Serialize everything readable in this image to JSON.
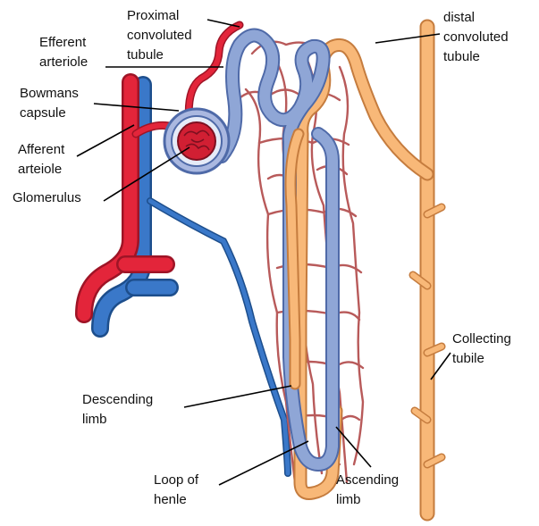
{
  "colors": {
    "artery": "#e3253a",
    "artery_dark": "#9e1426",
    "vein": "#3a78c9",
    "vein_dark": "#1d4e8c",
    "tubule_blue": "#8fa6d6",
    "tubule_blue_dark": "#4f6aa8",
    "tubule_orange": "#f8b878",
    "tubule_orange_dark": "#c57c3e",
    "capillary": "#b85a5a",
    "capsule": "#aab8e0",
    "leader": "#000000"
  },
  "labels": {
    "proximal": [
      "Proximal",
      "convoluted",
      "tubule"
    ],
    "distal": [
      "distal",
      "convoluted",
      "tubule"
    ],
    "efferent": [
      "Efferent",
      "arteriole"
    ],
    "bowmans": [
      "Bowmans",
      "capsule"
    ],
    "afferent": [
      "Afferent",
      "arteiole"
    ],
    "glomerulus": [
      "Glomerulus"
    ],
    "collecting": [
      "Collecting",
      "tubile"
    ],
    "descending": [
      "Descending",
      "limb"
    ],
    "loop": [
      "Loop of",
      "henle"
    ],
    "ascending": [
      "Ascending",
      "limb"
    ]
  }
}
